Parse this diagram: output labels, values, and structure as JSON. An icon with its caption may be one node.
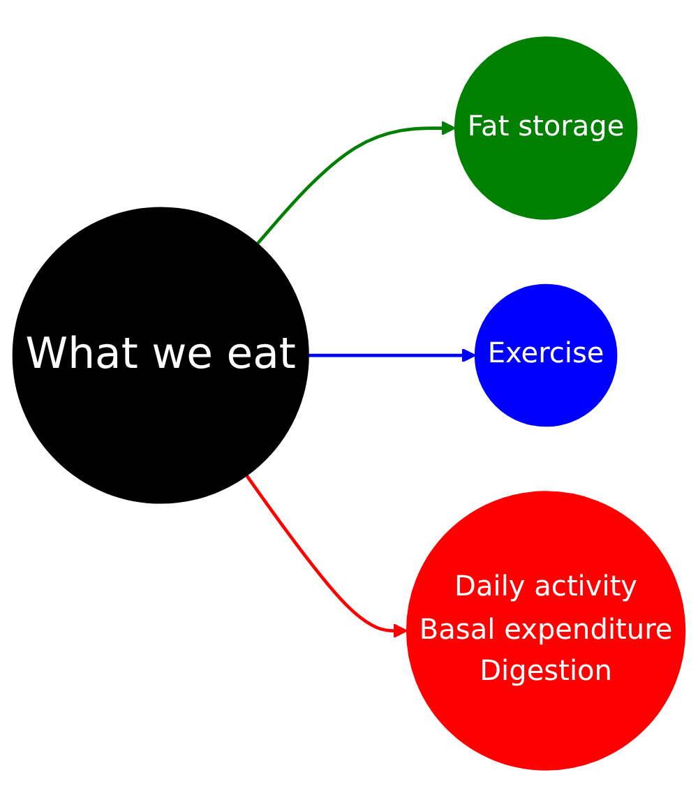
{
  "diagram": {
    "nodes": [
      {
        "text": [
          "What we eat"
        ]
      },
      {
        "text": [
          "Fat storage"
        ]
      },
      {
        "text": [
          "Exercise"
        ]
      },
      {
        "text": [
          "Daily activity",
          "Basal expenditure",
          "Digestion"
        ]
      }
    ],
    "edges": [
      {
        "from": 0,
        "to": 1,
        "arrow": "to",
        "color": "#008000"
      },
      {
        "from": 0,
        "to": 2,
        "arrow": "to",
        "color": "#0000ff"
      },
      {
        "from": 0,
        "to": 3,
        "arrow": "to",
        "color": "#ff0000"
      }
    ]
  }
}
